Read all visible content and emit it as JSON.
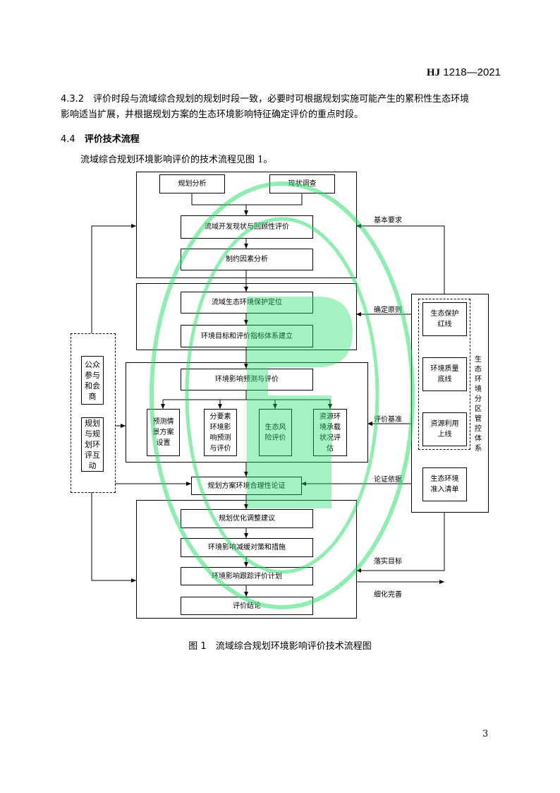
{
  "header": {
    "std_prefix": "HJ",
    "std_number": "1218—2021"
  },
  "section_432": {
    "number": "4.3.2",
    "line1": "评价时段与流域综合规划的规划时段一致，必要时可根据规划实施可能产生的累积性生态环境",
    "line2": "影响适当扩展，并根据规划方案的生态环境影响特征确定评价的重点时段。"
  },
  "section_44": {
    "number": "4.4",
    "title": "评价技术流程",
    "text": "流域综合规划环境影响评价的技术流程见图 1。"
  },
  "flow": {
    "planning_analysis": "规划分析",
    "status_survey": "现状调查",
    "retrospective": "流域开发现状与回顾性评价",
    "constraints": "制约因素分析",
    "positioning": "流域生态环境保护定位",
    "targets": "环境目标和评价指标体系建立",
    "prediction": "环境影响预测与评价",
    "scenario": "预测情景方案设置",
    "elements": "分要素环境影响预测与评价",
    "eco_risk": "生态风险评价",
    "capacity": "资源环境承载状况评估",
    "rationality": "规划方案环境合理性论证",
    "optimization": "规划优化调整建议",
    "mitigation": "环境影响减缓对策和措施",
    "tracking": "环境影响跟踪评价计划",
    "conclusion": "评价结论",
    "public": "公众参与和会商",
    "interaction": "规划与规划环评互动",
    "red_line": "生态保护红线",
    "quality_baseline": "环境质量底线",
    "resource_cap": "资源利用上线",
    "access_list": "生态环境准入清单",
    "zoning_system": "生态环境分区管控体系",
    "basic_req": "基本要求",
    "principles": "确定原则",
    "benchmark": "评价基准",
    "basis": "论证依据",
    "targets_impl": "落实目标",
    "refine": "细化完善"
  },
  "caption": "图 1　流域综合规划环境影响评价技术流程图",
  "page_number": "3"
}
